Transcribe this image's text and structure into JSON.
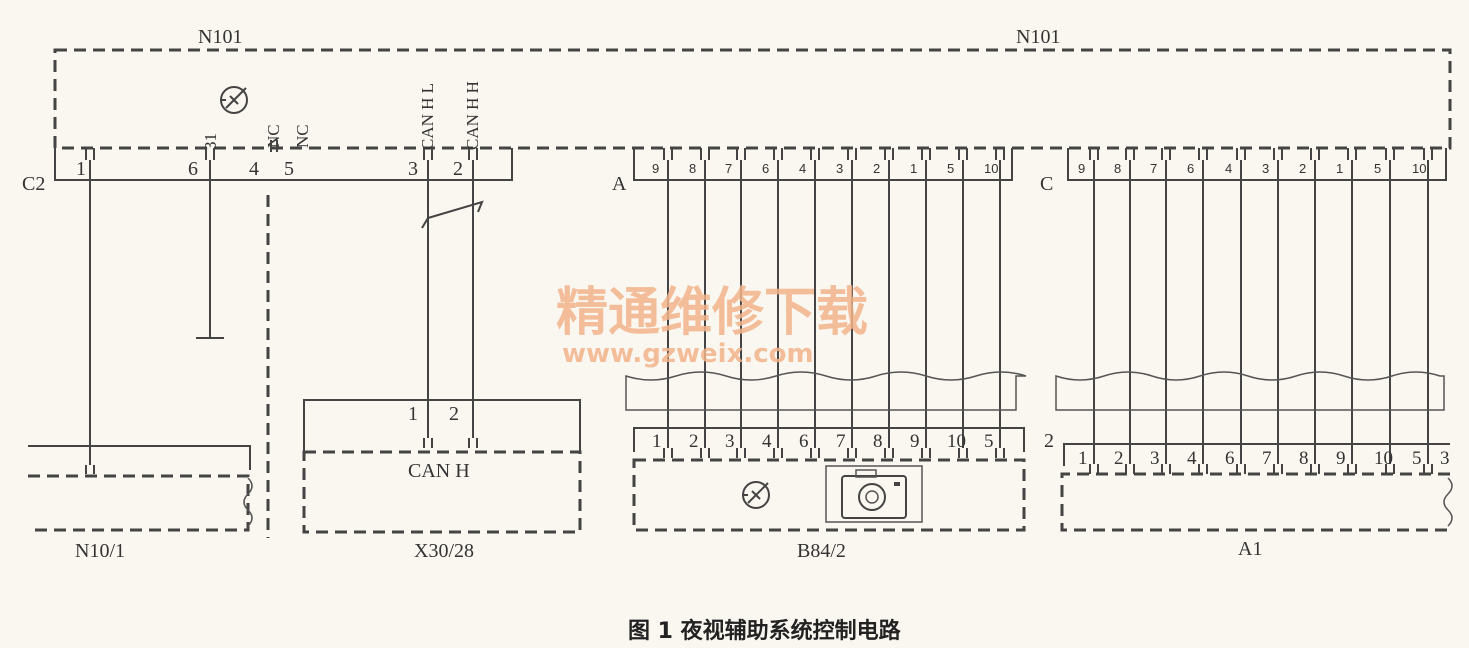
{
  "modules": {
    "n101_left": "N101",
    "n101_right": "N101",
    "n10_1": "N10/1",
    "x30_28": "X30/28",
    "b84_2": "B84/2",
    "a1": "A1"
  },
  "connectors": {
    "c2": "C2",
    "a": "A",
    "c": "C",
    "a1_side": "2"
  },
  "n101_pins": [
    {
      "id": "1",
      "sig": ""
    },
    {
      "id": "6",
      "sig": "31"
    },
    {
      "id": "4",
      "sig": "NC"
    },
    {
      "id": "5",
      "sig": "NC"
    },
    {
      "id": "3",
      "sig": "CAN H L"
    },
    {
      "id": "2",
      "sig": "CAN H H"
    }
  ],
  "a_pins": [
    "9",
    "8",
    "7",
    "6",
    "4",
    "3",
    "2",
    "1",
    "5",
    "10"
  ],
  "c_pins": [
    "9",
    "8",
    "7",
    "6",
    "4",
    "3",
    "2",
    "1",
    "5",
    "10"
  ],
  "b84_pins": [
    "1",
    "2",
    "3",
    "4",
    "6",
    "7",
    "8",
    "9",
    "10",
    "5"
  ],
  "a1_pins": [
    "1",
    "2",
    "3",
    "4",
    "6",
    "7",
    "8",
    "9",
    "10",
    "5",
    "3"
  ],
  "x30_pins": [
    "1",
    "2"
  ],
  "x30_label": "CAN H",
  "watermark": {
    "cn": "精通维修下载",
    "url": "www.gzweix.com"
  },
  "caption": "图 1  夜视辅助系统控制电路",
  "colors": {
    "line": "#444444",
    "background": "#faf6f0",
    "watermark": "#f2b48a"
  }
}
